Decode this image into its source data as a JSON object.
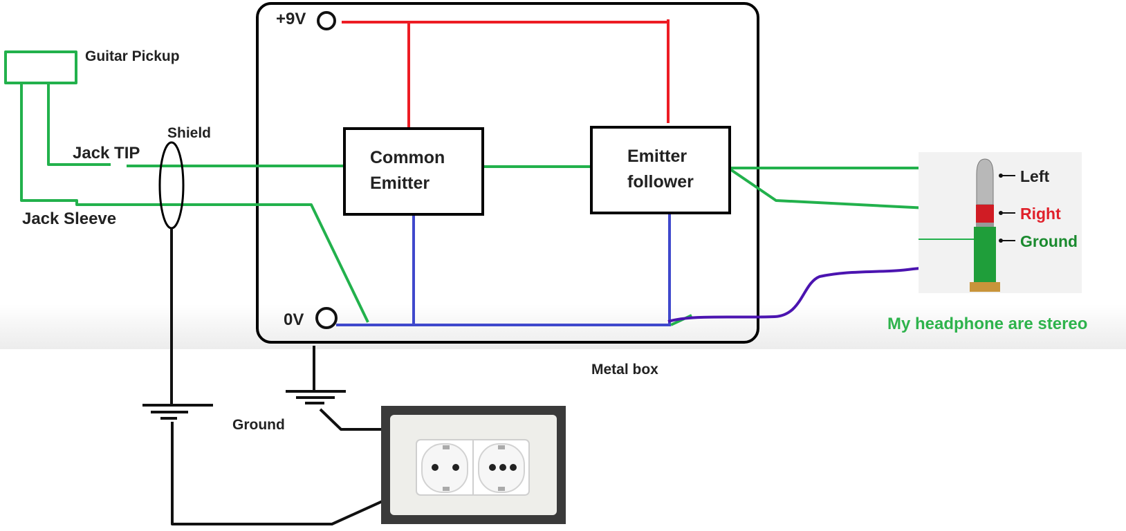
{
  "labels": {
    "guitar_pickup": "Guitar Pickup",
    "jack_tip": "Jack TIP",
    "jack_sleeve": "Jack Sleeve",
    "shield": "Shield",
    "plus_9v": "+9V",
    "zero_v": "0V",
    "common_emitter_line1": "Common",
    "common_emitter_line2": "Emitter",
    "emitter_follower_line1": "Emitter",
    "emitter_follower_line2": "follower",
    "metal_box": "Metal box",
    "ground": "Ground",
    "headphone_left": "Left",
    "headphone_right": "Right",
    "headphone_ground": "Ground",
    "headphone_note": "My headphone are stereo"
  },
  "colors": {
    "signal": "#22b14c",
    "positive_rail": "#ed1c24",
    "zero_rail": "#3f48cc",
    "headphone_ground_wire": "#4b14b0",
    "earth_wire": "#111111",
    "right_label": "#e0202a",
    "ground_label": "#1a8a2e",
    "note_text": "#2eb34c"
  },
  "icons": {
    "headphone_plug": "trs-plug-icon",
    "wall_socket": "schuko-socket-icon"
  }
}
